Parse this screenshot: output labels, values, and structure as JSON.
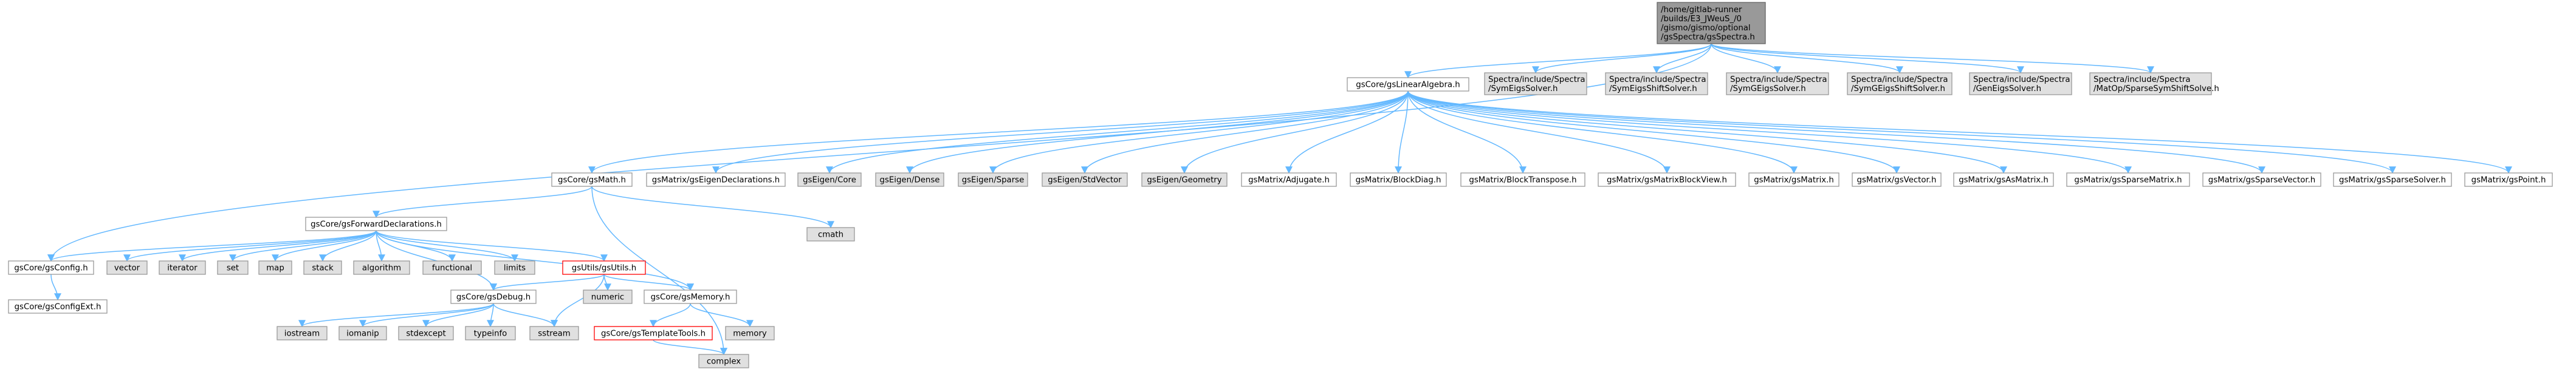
{
  "graph": {
    "nodes": [
      {
        "id": "root",
        "lines": [
          "/home/gitlab-runner",
          "/builds/E3_JWeuS_/0",
          "/gismo/gismo/optional",
          "/gsSpectra/gsSpectra.h"
        ],
        "fill": "#999999",
        "stroke": "#666666",
        "text": "#000000"
      },
      {
        "id": "linalg",
        "lines": [
          "gsCore/gsLinearAlgebra.h"
        ],
        "fill": "#ffffff",
        "stroke": "#999999",
        "text": "#000000"
      },
      {
        "id": "spectra_symeigs",
        "lines": [
          "Spectra/include/Spectra",
          "/SymEigsSolver.h"
        ],
        "fill": "#e0e0e0",
        "stroke": "#999999",
        "text": "#000000"
      },
      {
        "id": "spectra_symeigsshift",
        "lines": [
          "Spectra/include/Spectra",
          "/SymEigsShiftSolver.h"
        ],
        "fill": "#e0e0e0",
        "stroke": "#999999",
        "text": "#000000"
      },
      {
        "id": "spectra_symgeigs",
        "lines": [
          "Spectra/include/Spectra",
          "/SymGEigsSolver.h"
        ],
        "fill": "#e0e0e0",
        "stroke": "#999999",
        "text": "#000000"
      },
      {
        "id": "spectra_symgeigsshift",
        "lines": [
          "Spectra/include/Spectra",
          "/SymGEigsShiftSolver.h"
        ],
        "fill": "#e0e0e0",
        "stroke": "#999999",
        "text": "#000000"
      },
      {
        "id": "spectra_geneigs",
        "lines": [
          "Spectra/include/Spectra",
          "/GenEigsSolver.h"
        ],
        "fill": "#e0e0e0",
        "stroke": "#999999",
        "text": "#000000"
      },
      {
        "id": "spectra_matop",
        "lines": [
          "Spectra/include/Spectra",
          "/MatOp/SparseSymShiftSolve.h"
        ],
        "fill": "#e0e0e0",
        "stroke": "#999999",
        "text": "#000000"
      },
      {
        "id": "gsmath",
        "lines": [
          "gsCore/gsMath.h"
        ],
        "fill": "#ffffff",
        "stroke": "#999999",
        "text": "#000000"
      },
      {
        "id": "eigendecl",
        "lines": [
          "gsMatrix/gsEigenDeclarations.h"
        ],
        "fill": "#ffffff",
        "stroke": "#999999",
        "text": "#000000"
      },
      {
        "id": "eig_core",
        "lines": [
          "gsEigen/Core"
        ],
        "fill": "#e0e0e0",
        "stroke": "#999999",
        "text": "#000000"
      },
      {
        "id": "eig_dense",
        "lines": [
          "gsEigen/Dense"
        ],
        "fill": "#e0e0e0",
        "stroke": "#999999",
        "text": "#000000"
      },
      {
        "id": "eig_sparse",
        "lines": [
          "gsEigen/Sparse"
        ],
        "fill": "#e0e0e0",
        "stroke": "#999999",
        "text": "#000000"
      },
      {
        "id": "eig_stdvector",
        "lines": [
          "gsEigen/StdVector"
        ],
        "fill": "#e0e0e0",
        "stroke": "#999999",
        "text": "#000000"
      },
      {
        "id": "eig_geometry",
        "lines": [
          "gsEigen/Geometry"
        ],
        "fill": "#e0e0e0",
        "stroke": "#999999",
        "text": "#000000"
      },
      {
        "id": "adjugate",
        "lines": [
          "gsMatrix/Adjugate.h"
        ],
        "fill": "#ffffff",
        "stroke": "#999999",
        "text": "#000000"
      },
      {
        "id": "blockdiag",
        "lines": [
          "gsMatrix/BlockDiag.h"
        ],
        "fill": "#ffffff",
        "stroke": "#999999",
        "text": "#000000"
      },
      {
        "id": "blocktranspose",
        "lines": [
          "gsMatrix/BlockTranspose.h"
        ],
        "fill": "#ffffff",
        "stroke": "#999999",
        "text": "#000000"
      },
      {
        "id": "blockview",
        "lines": [
          "gsMatrix/gsMatrixBlockView.h"
        ],
        "fill": "#ffffff",
        "stroke": "#999999",
        "text": "#000000"
      },
      {
        "id": "gsmatrix",
        "lines": [
          "gsMatrix/gsMatrix.h"
        ],
        "fill": "#ffffff",
        "stroke": "#999999",
        "text": "#000000"
      },
      {
        "id": "gsvector",
        "lines": [
          "gsMatrix/gsVector.h"
        ],
        "fill": "#ffffff",
        "stroke": "#999999",
        "text": "#000000"
      },
      {
        "id": "asmatrix",
        "lines": [
          "gsMatrix/gsAsMatrix.h"
        ],
        "fill": "#ffffff",
        "stroke": "#999999",
        "text": "#000000"
      },
      {
        "id": "sparsematrix",
        "lines": [
          "gsMatrix/gsSparseMatrix.h"
        ],
        "fill": "#ffffff",
        "stroke": "#999999",
        "text": "#000000"
      },
      {
        "id": "sparsevector",
        "lines": [
          "gsMatrix/gsSparseVector.h"
        ],
        "fill": "#ffffff",
        "stroke": "#999999",
        "text": "#000000"
      },
      {
        "id": "sparsesolver",
        "lines": [
          "gsMatrix/gsSparseSolver.h"
        ],
        "fill": "#ffffff",
        "stroke": "#999999",
        "text": "#000000"
      },
      {
        "id": "gspoint",
        "lines": [
          "gsMatrix/gsPoint.h"
        ],
        "fill": "#ffffff",
        "stroke": "#999999",
        "text": "#000000"
      },
      {
        "id": "fwddecl",
        "lines": [
          "gsCore/gsForwardDeclarations.h"
        ],
        "fill": "#ffffff",
        "stroke": "#999999",
        "text": "#000000"
      },
      {
        "id": "cmath",
        "lines": [
          "cmath"
        ],
        "fill": "#e0e0e0",
        "stroke": "#999999",
        "text": "#000000"
      },
      {
        "id": "gsconfig",
        "lines": [
          "gsCore/gsConfig.h"
        ],
        "fill": "#ffffff",
        "stroke": "#999999",
        "text": "#000000"
      },
      {
        "id": "vector",
        "lines": [
          "vector"
        ],
        "fill": "#e0e0e0",
        "stroke": "#999999",
        "text": "#000000"
      },
      {
        "id": "iterator",
        "lines": [
          "iterator"
        ],
        "fill": "#e0e0e0",
        "stroke": "#999999",
        "text": "#000000"
      },
      {
        "id": "set",
        "lines": [
          "set"
        ],
        "fill": "#e0e0e0",
        "stroke": "#999999",
        "text": "#000000"
      },
      {
        "id": "map",
        "lines": [
          "map"
        ],
        "fill": "#e0e0e0",
        "stroke": "#999999",
        "text": "#000000"
      },
      {
        "id": "stack",
        "lines": [
          "stack"
        ],
        "fill": "#e0e0e0",
        "stroke": "#999999",
        "text": "#000000"
      },
      {
        "id": "algorithm",
        "lines": [
          "algorithm"
        ],
        "fill": "#e0e0e0",
        "stroke": "#999999",
        "text": "#000000"
      },
      {
        "id": "functional",
        "lines": [
          "functional"
        ],
        "fill": "#e0e0e0",
        "stroke": "#999999",
        "text": "#000000"
      },
      {
        "id": "limits",
        "lines": [
          "limits"
        ],
        "fill": "#e0e0e0",
        "stroke": "#999999",
        "text": "#000000"
      },
      {
        "id": "gsutils",
        "lines": [
          "gsUtils/gsUtils.h"
        ],
        "fill": "#ffffff",
        "stroke": "#ff0000",
        "text": "#000000"
      },
      {
        "id": "gsconfigext",
        "lines": [
          "gsCore/gsConfigExt.h"
        ],
        "fill": "#ffffff",
        "stroke": "#999999",
        "text": "#000000"
      },
      {
        "id": "numeric",
        "lines": [
          "numeric"
        ],
        "fill": "#e0e0e0",
        "stroke": "#999999",
        "text": "#000000"
      },
      {
        "id": "gsdebug",
        "lines": [
          "gsCore/gsDebug.h"
        ],
        "fill": "#ffffff",
        "stroke": "#999999",
        "text": "#000000"
      },
      {
        "id": "gsmemory",
        "lines": [
          "gsCore/gsMemory.h"
        ],
        "fill": "#ffffff",
        "stroke": "#999999",
        "text": "#000000"
      },
      {
        "id": "iostream",
        "lines": [
          "iostream"
        ],
        "fill": "#e0e0e0",
        "stroke": "#999999",
        "text": "#000000"
      },
      {
        "id": "iomanip",
        "lines": [
          "iomanip"
        ],
        "fill": "#e0e0e0",
        "stroke": "#999999",
        "text": "#000000"
      },
      {
        "id": "stdexcept",
        "lines": [
          "stdexcept"
        ],
        "fill": "#e0e0e0",
        "stroke": "#999999",
        "text": "#000000"
      },
      {
        "id": "typeinfo",
        "lines": [
          "typeinfo"
        ],
        "fill": "#e0e0e0",
        "stroke": "#999999",
        "text": "#000000"
      },
      {
        "id": "sstream",
        "lines": [
          "sstream"
        ],
        "fill": "#e0e0e0",
        "stroke": "#999999",
        "text": "#000000"
      },
      {
        "id": "templatetools",
        "lines": [
          "gsCore/gsTemplateTools.h"
        ],
        "fill": "#ffffff",
        "stroke": "#ff0000",
        "text": "#000000"
      },
      {
        "id": "memory",
        "lines": [
          "memory"
        ],
        "fill": "#e0e0e0",
        "stroke": "#999999",
        "text": "#000000"
      },
      {
        "id": "complex",
        "lines": [
          "complex"
        ],
        "fill": "#e0e0e0",
        "stroke": "#999999",
        "text": "#000000"
      }
    ],
    "edges": [
      [
        "root",
        "linalg"
      ],
      [
        "root",
        "spectra_symeigs"
      ],
      [
        "root",
        "spectra_symeigsshift"
      ],
      [
        "root",
        "spectra_symgeigs"
      ],
      [
        "root",
        "spectra_symgeigsshift"
      ],
      [
        "root",
        "spectra_geneigs"
      ],
      [
        "root",
        "spectra_matop"
      ],
      [
        "root",
        "gsconfig"
      ],
      [
        "linalg",
        "gsmath"
      ],
      [
        "linalg",
        "eigendecl"
      ],
      [
        "linalg",
        "eig_core"
      ],
      [
        "linalg",
        "eig_dense"
      ],
      [
        "linalg",
        "eig_sparse"
      ],
      [
        "linalg",
        "eig_stdvector"
      ],
      [
        "linalg",
        "eig_geometry"
      ],
      [
        "linalg",
        "adjugate"
      ],
      [
        "linalg",
        "blockdiag"
      ],
      [
        "linalg",
        "blocktranspose"
      ],
      [
        "linalg",
        "blockview"
      ],
      [
        "linalg",
        "gsmatrix"
      ],
      [
        "linalg",
        "gsvector"
      ],
      [
        "linalg",
        "asmatrix"
      ],
      [
        "linalg",
        "sparsematrix"
      ],
      [
        "linalg",
        "sparsevector"
      ],
      [
        "linalg",
        "sparsesolver"
      ],
      [
        "linalg",
        "gspoint"
      ],
      [
        "gsmath",
        "fwddecl"
      ],
      [
        "gsmath",
        "cmath"
      ],
      [
        "gsmath",
        "complex"
      ],
      [
        "fwddecl",
        "gsconfig"
      ],
      [
        "fwddecl",
        "vector"
      ],
      [
        "fwddecl",
        "iterator"
      ],
      [
        "fwddecl",
        "set"
      ],
      [
        "fwddecl",
        "map"
      ],
      [
        "fwddecl",
        "stack"
      ],
      [
        "fwddecl",
        "algorithm"
      ],
      [
        "fwddecl",
        "functional"
      ],
      [
        "fwddecl",
        "limits"
      ],
      [
        "fwddecl",
        "gsutils"
      ],
      [
        "fwddecl",
        "gsdebug"
      ],
      [
        "fwddecl",
        "gsmemory"
      ],
      [
        "gsconfig",
        "gsconfigext"
      ],
      [
        "gsutils",
        "numeric"
      ],
      [
        "gsutils",
        "gsdebug"
      ],
      [
        "gsutils",
        "gsmemory"
      ],
      [
        "gsutils",
        "sstream"
      ],
      [
        "gsdebug",
        "iostream"
      ],
      [
        "gsdebug",
        "iomanip"
      ],
      [
        "gsdebug",
        "stdexcept"
      ],
      [
        "gsdebug",
        "typeinfo"
      ],
      [
        "gsdebug",
        "sstream"
      ],
      [
        "gsmemory",
        "templatetools"
      ],
      [
        "gsmemory",
        "memory"
      ],
      [
        "templatetools",
        "complex"
      ]
    ]
  }
}
